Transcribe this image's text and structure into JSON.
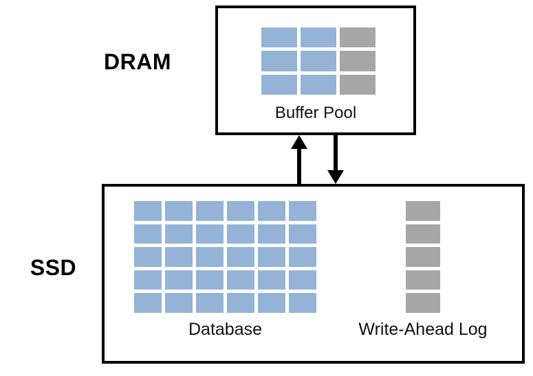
{
  "diagram": {
    "colors": {
      "blue": "#94b3d6",
      "gray": "#a6a6a6",
      "border": "#000000"
    },
    "dram": {
      "label": "DRAM",
      "buffer_pool": {
        "label": "Buffer Pool",
        "grid": {
          "rows": 3,
          "cols": 3,
          "col_colors": [
            "blue",
            "blue",
            "gray"
          ]
        }
      }
    },
    "ssd": {
      "label": "SSD",
      "database": {
        "label": "Database",
        "grid": {
          "rows": 5,
          "cols": 6,
          "col_colors": [
            "blue",
            "blue",
            "blue",
            "blue",
            "blue",
            "blue"
          ]
        }
      },
      "wal": {
        "label": "Write-Ahead Log",
        "grid": {
          "rows": 5,
          "cols": 1,
          "col_colors": [
            "gray"
          ]
        }
      }
    }
  }
}
